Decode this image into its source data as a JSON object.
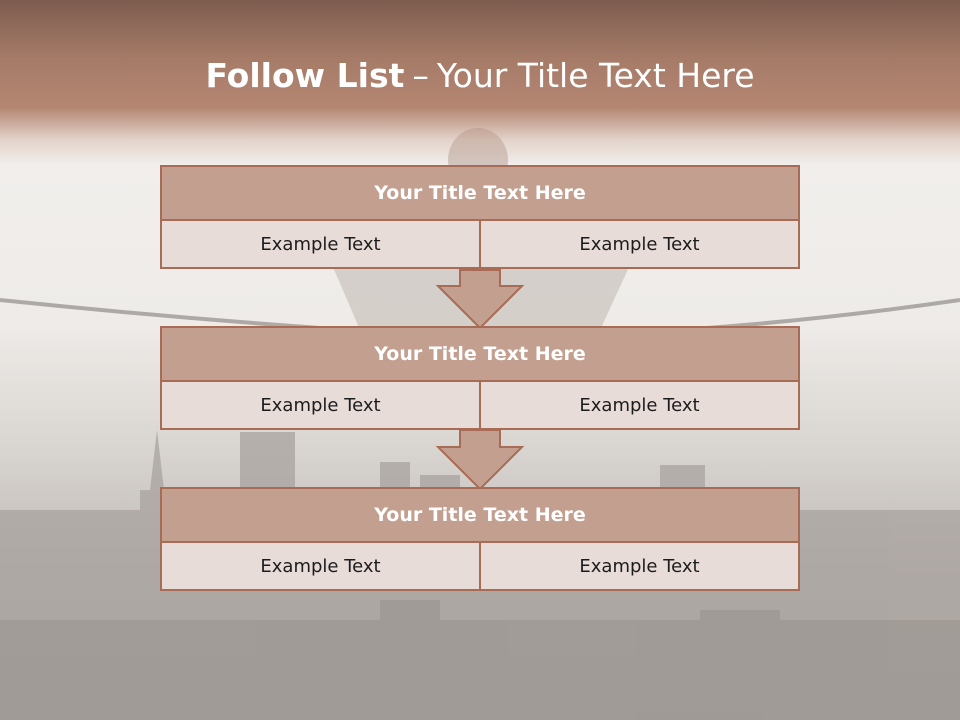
{
  "slide": {
    "title_bold": "Follow List",
    "title_separator": "–",
    "title_rest": "Your Title Text Here"
  },
  "rows": [
    {
      "title": "Your Title Text Here",
      "cells": [
        "Example Text",
        "Example Text"
      ]
    },
    {
      "title": "Your Title Text Here",
      "cells": [
        "Example Text",
        "Example Text"
      ]
    },
    {
      "title": "Your Title Text Here",
      "cells": [
        "Example Text",
        "Example Text"
      ]
    }
  ],
  "colors": {
    "header": "#b48672",
    "row_title_fill": "#c39f8f",
    "cell_fill": "#e8dcd8",
    "border": "#a86b55"
  }
}
